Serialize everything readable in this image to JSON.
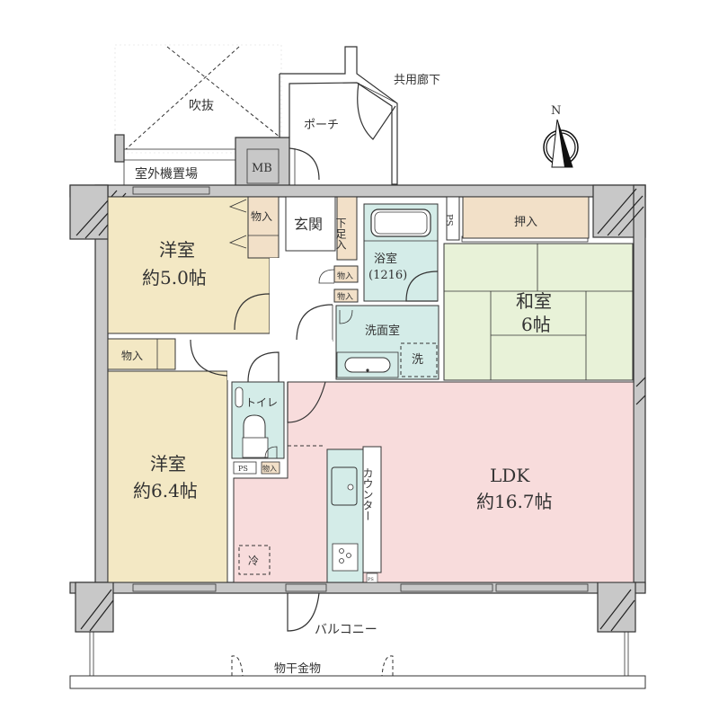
{
  "plan": {
    "compass": {
      "label": "N"
    },
    "outside": {
      "atrium": "吹抜",
      "porch": "ポーチ",
      "common_corridor": "共用廊下",
      "outdoor_unit_area": "室外機置場",
      "meter_box": "MB",
      "balcony": "バルコニー",
      "clothes_hanger": "物干金物"
    },
    "rooms": {
      "western_room_1": {
        "name": "洋室",
        "size": "約5.0帖",
        "color": "#f3e8c4"
      },
      "western_room_2": {
        "name": "洋室",
        "size": "約6.4帖",
        "color": "#f3e8c4"
      },
      "japanese_room": {
        "name": "和室",
        "size": "6帖",
        "color": "#e8f2d8"
      },
      "ldk": {
        "name": "LDK",
        "size": "約16.7帖",
        "color": "#f8dcdc"
      },
      "entrance": {
        "name": "玄関"
      },
      "bathroom": {
        "name": "浴室",
        "size": "(1216)",
        "color": "#d4ece8"
      },
      "washroom": {
        "name": "洗面室",
        "color": "#d4ece8"
      },
      "toilet": {
        "name": "トイレ",
        "color": "#d4ece8"
      }
    },
    "storage": {
      "closet_1": "物入",
      "closet_2": "物入",
      "closet_small_1": "物入",
      "closet_small_2": "物入",
      "closet_toilet": "物入",
      "shoe_box": "下足入",
      "oshiire": "押入",
      "storage_color": "#f2e0c8"
    },
    "fixtures": {
      "pipe_space": "PS",
      "pipe_space_toilet": "PS",
      "pipe_space_kitchen": "PS",
      "washing_machine": "洗",
      "refrigerator": "冷",
      "counter": "カウンター"
    },
    "colors": {
      "wall": "#c8c8c8",
      "line": "#333333"
    }
  }
}
